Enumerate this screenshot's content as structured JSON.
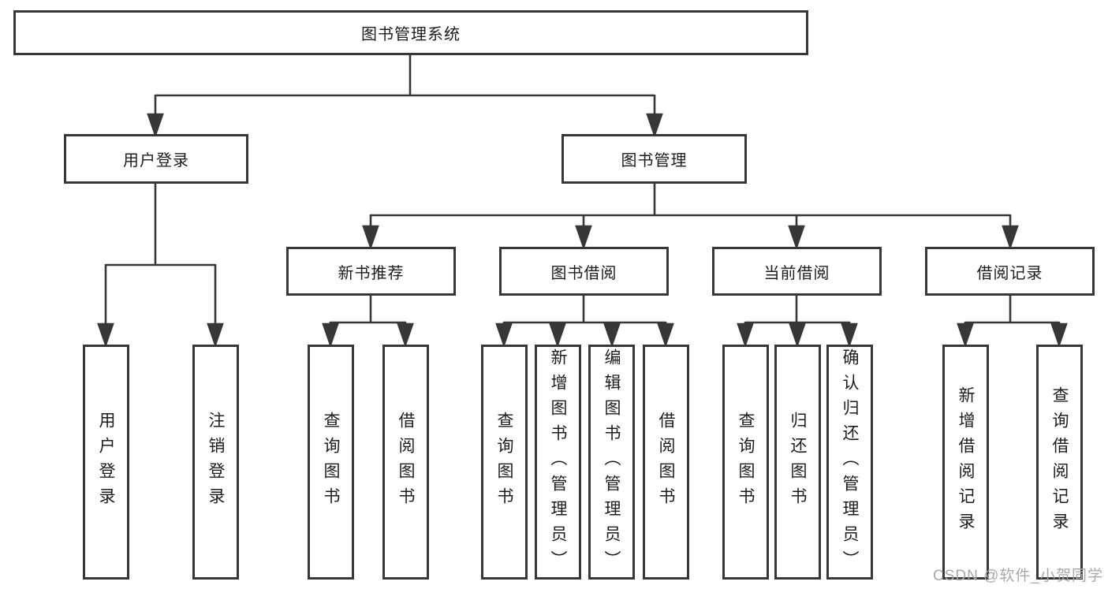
{
  "diagram": {
    "root": {
      "label": "图书管理系统"
    },
    "level2": {
      "user_login": {
        "label": "用户登录"
      },
      "book_management": {
        "label": "图书管理"
      }
    },
    "level3": {
      "new_book_recommend": {
        "label": "新书推荐"
      },
      "book_borrow": {
        "label": "图书借阅"
      },
      "current_borrow": {
        "label": "当前借阅"
      },
      "borrow_record": {
        "label": "借阅记录"
      }
    },
    "leaves": {
      "login_user_login": {
        "label": "用户登录"
      },
      "login_logout": {
        "label": "注销登录"
      },
      "newbook_query_book": {
        "label": "查询图书"
      },
      "newbook_borrow_book": {
        "label": "借阅图书"
      },
      "borrow_query_book": {
        "label": "查询图书"
      },
      "borrow_add_book_admin": {
        "label": "新增图书（管理员）"
      },
      "borrow_edit_book_admin": {
        "label": "编辑图书（管理员）"
      },
      "borrow_borrow_book": {
        "label": "借阅图书"
      },
      "current_query_book": {
        "label": "查询图书"
      },
      "current_return_book": {
        "label": "归还图书"
      },
      "current_confirm_return_admin": {
        "label": "确认归还（管理员）"
      },
      "record_add_record": {
        "label": "新增借阅记录"
      },
      "record_query_record": {
        "label": "查询借阅记录"
      }
    }
  },
  "watermark": {
    "text": "CSDN @软件_小贺同学"
  },
  "colors": {
    "line": "#373737",
    "text": "#1c1c1c",
    "background": "#ffffff",
    "watermark": "#a8a8a8"
  }
}
